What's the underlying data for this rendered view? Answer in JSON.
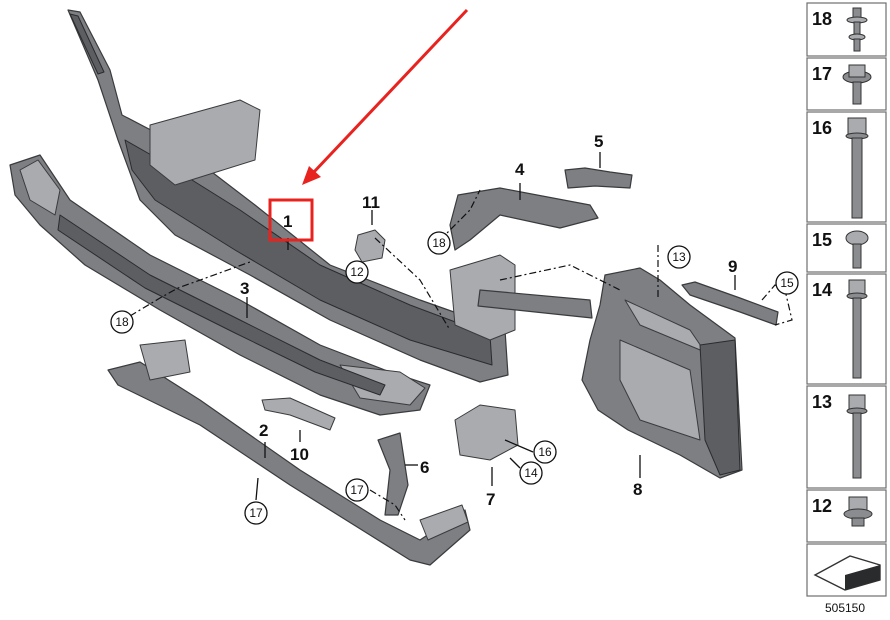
{
  "diagram": {
    "callouts": {
      "c1": "1",
      "c2": "2",
      "c3": "3",
      "c4": "4",
      "c5": "5",
      "c6": "6",
      "c7": "7",
      "c8": "8",
      "c9": "9",
      "c10": "10",
      "c11": "11"
    },
    "circled_callouts": {
      "c18a": "18",
      "c18b": "18",
      "c12": "12",
      "c13": "13",
      "c15": "15",
      "c16": "16",
      "c14": "14",
      "c17a": "17",
      "c17b": "17"
    },
    "highlight_color": "#e8231f",
    "arrow_color": "#e8231f"
  },
  "fastener_panel": {
    "items": [
      {
        "label": "18",
        "icon": "short-bolt-with-washer-icon"
      },
      {
        "label": "17",
        "icon": "collar-nut-icon"
      },
      {
        "label": "16",
        "icon": "long-hex-bolt-icon"
      },
      {
        "label": "15",
        "icon": "torx-bolt-icon"
      },
      {
        "label": "14",
        "icon": "long-hex-bolt-icon"
      },
      {
        "label": "13",
        "icon": "hex-bolt-icon"
      },
      {
        "label": "12",
        "icon": "flange-nut-icon"
      }
    ],
    "footer_icon": "shim-wedge-icon"
  },
  "footer": {
    "image_number": "505150"
  }
}
